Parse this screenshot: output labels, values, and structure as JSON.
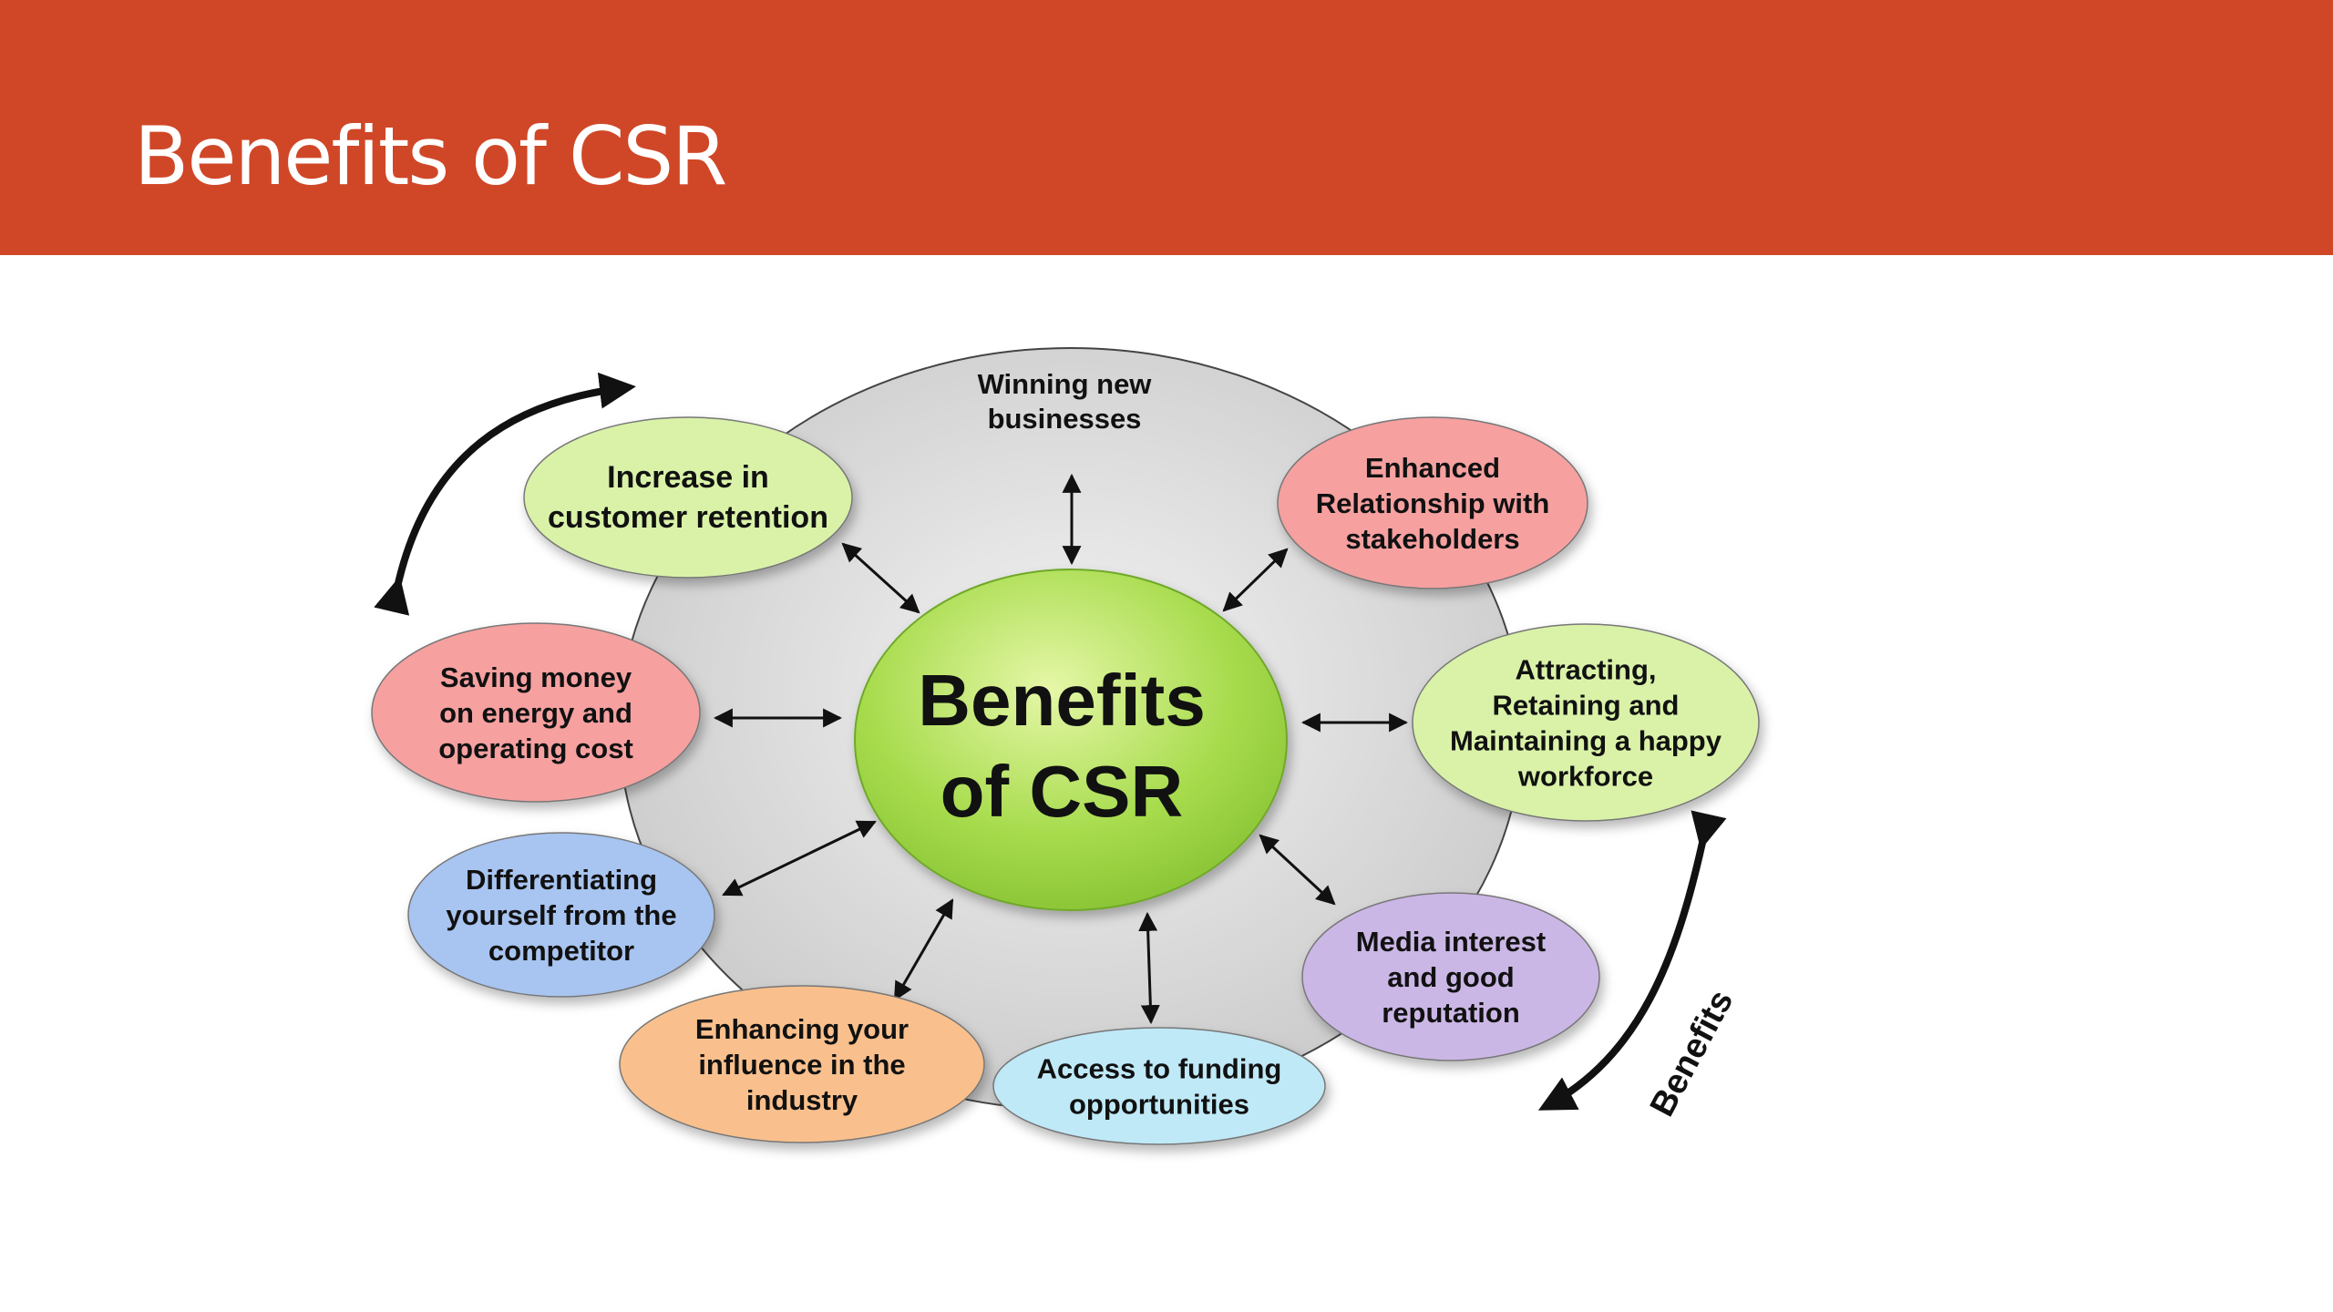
{
  "slide": {
    "title": "Benefits of CSR"
  },
  "diagram": {
    "center": {
      "lines": [
        "Benefits",
        "of CSR"
      ],
      "color": "#9fd34a"
    },
    "top_label": {
      "lines": [
        "Winning new",
        "businesses"
      ]
    },
    "nodes": [
      {
        "id": "customer-retention",
        "lines": [
          "Increase  in",
          "customer retention"
        ],
        "color": "#d9f2a8"
      },
      {
        "id": "stakeholders",
        "lines": [
          "Enhanced",
          "Relationship with",
          "stakeholders"
        ],
        "color": "#f6a0a0"
      },
      {
        "id": "workforce",
        "lines": [
          "Attracting,",
          "Retaining and",
          "Maintaining a happy",
          "workforce"
        ],
        "color": "#d9f2a8"
      },
      {
        "id": "media-reputation",
        "lines": [
          "Media interest",
          "and good",
          "reputation"
        ],
        "color": "#cbb7e6"
      },
      {
        "id": "funding",
        "lines": [
          "Access  to funding",
          "opportunities"
        ],
        "color": "#bfe9f7"
      },
      {
        "id": "industry-influence",
        "lines": [
          "Enhancing your",
          "influence in the",
          "industry"
        ],
        "color": "#f9c08d"
      },
      {
        "id": "differentiating",
        "lines": [
          "Differentiating",
          "yourself from the",
          "competitor"
        ],
        "color": "#a8c4f0"
      },
      {
        "id": "saving-money",
        "lines": [
          "Saving money",
          "on energy and",
          "operating cost"
        ],
        "color": "#f6a0a0"
      }
    ],
    "cycle_label": "Benefits"
  }
}
